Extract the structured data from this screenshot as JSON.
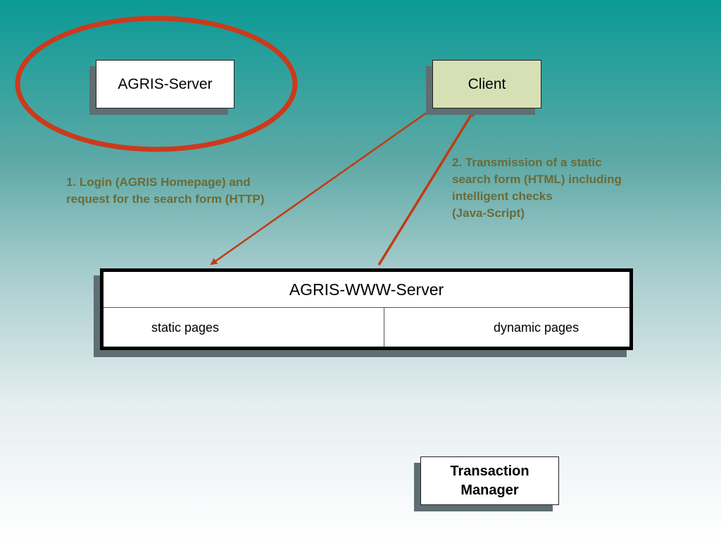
{
  "agris_server": {
    "label": "AGRIS-Server"
  },
  "client": {
    "label": "Client"
  },
  "www_server": {
    "title": "AGRIS-WWW-Server",
    "static_label": "static pages",
    "dynamic_label": "dynamic pages"
  },
  "transaction_manager": {
    "line1": "Transaction",
    "line2": "Manager"
  },
  "notes": {
    "login": {
      "line1": "1. Login (AGRIS Homepage) and",
      "line2": "request for the search form (HTTP)"
    },
    "transmission": {
      "line1": "2. Transmission of a static",
      "line2": "search form (HTML) including",
      "line3": "intelligent checks",
      "line4": "(Java-Script)"
    }
  },
  "colors": {
    "arrow": "#c23a12",
    "highlight_ellipse": "#cc3a1c",
    "note_text": "#6b6b38",
    "client_fill": "#d6e0b4"
  }
}
